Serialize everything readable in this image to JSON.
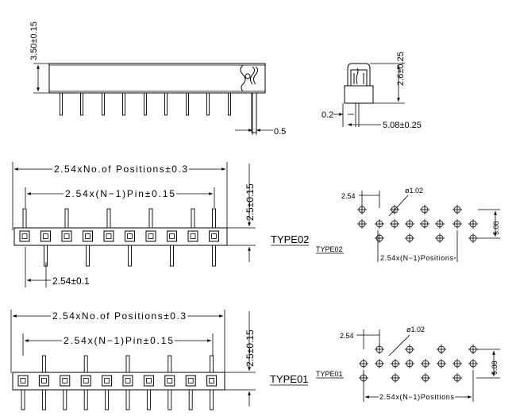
{
  "side_view": {
    "height_dim": "3.50±0.15",
    "thickness_dim": "0.5"
  },
  "end_view": {
    "height_dim": "2.6±0.25",
    "offset_dim": "0.2",
    "width_dim": "5.08±0.25"
  },
  "type02": {
    "length_dim": "2.54xNo.of  Positions±0.3",
    "pin_dim": "2.54x(N−1)Pin±0.15",
    "height_dim": "2.5±0.15",
    "pitch_dim": "2.54±0.1",
    "label_large": "TYPE02",
    "label_small": "TYPE02",
    "hole_pitch": "2.54",
    "hole_dia": "ø1.02",
    "hole_row_dim": "5.08",
    "hole_len_dim": "2.54x(N−1)Positions"
  },
  "type01": {
    "length_dim": "2.54xNo.of  Positions±0.3",
    "pin_dim": "2.54x(N−1)Pin±0.15",
    "height_dim": "2.5±0.15",
    "label_large": "TYPE01",
    "label_small": "TYPE01",
    "hole_pitch": "2.54",
    "hole_dia": "ø1.02",
    "hole_row_dim": "5.08",
    "hole_len_dim": "2.54x(N−1)Positions"
  }
}
